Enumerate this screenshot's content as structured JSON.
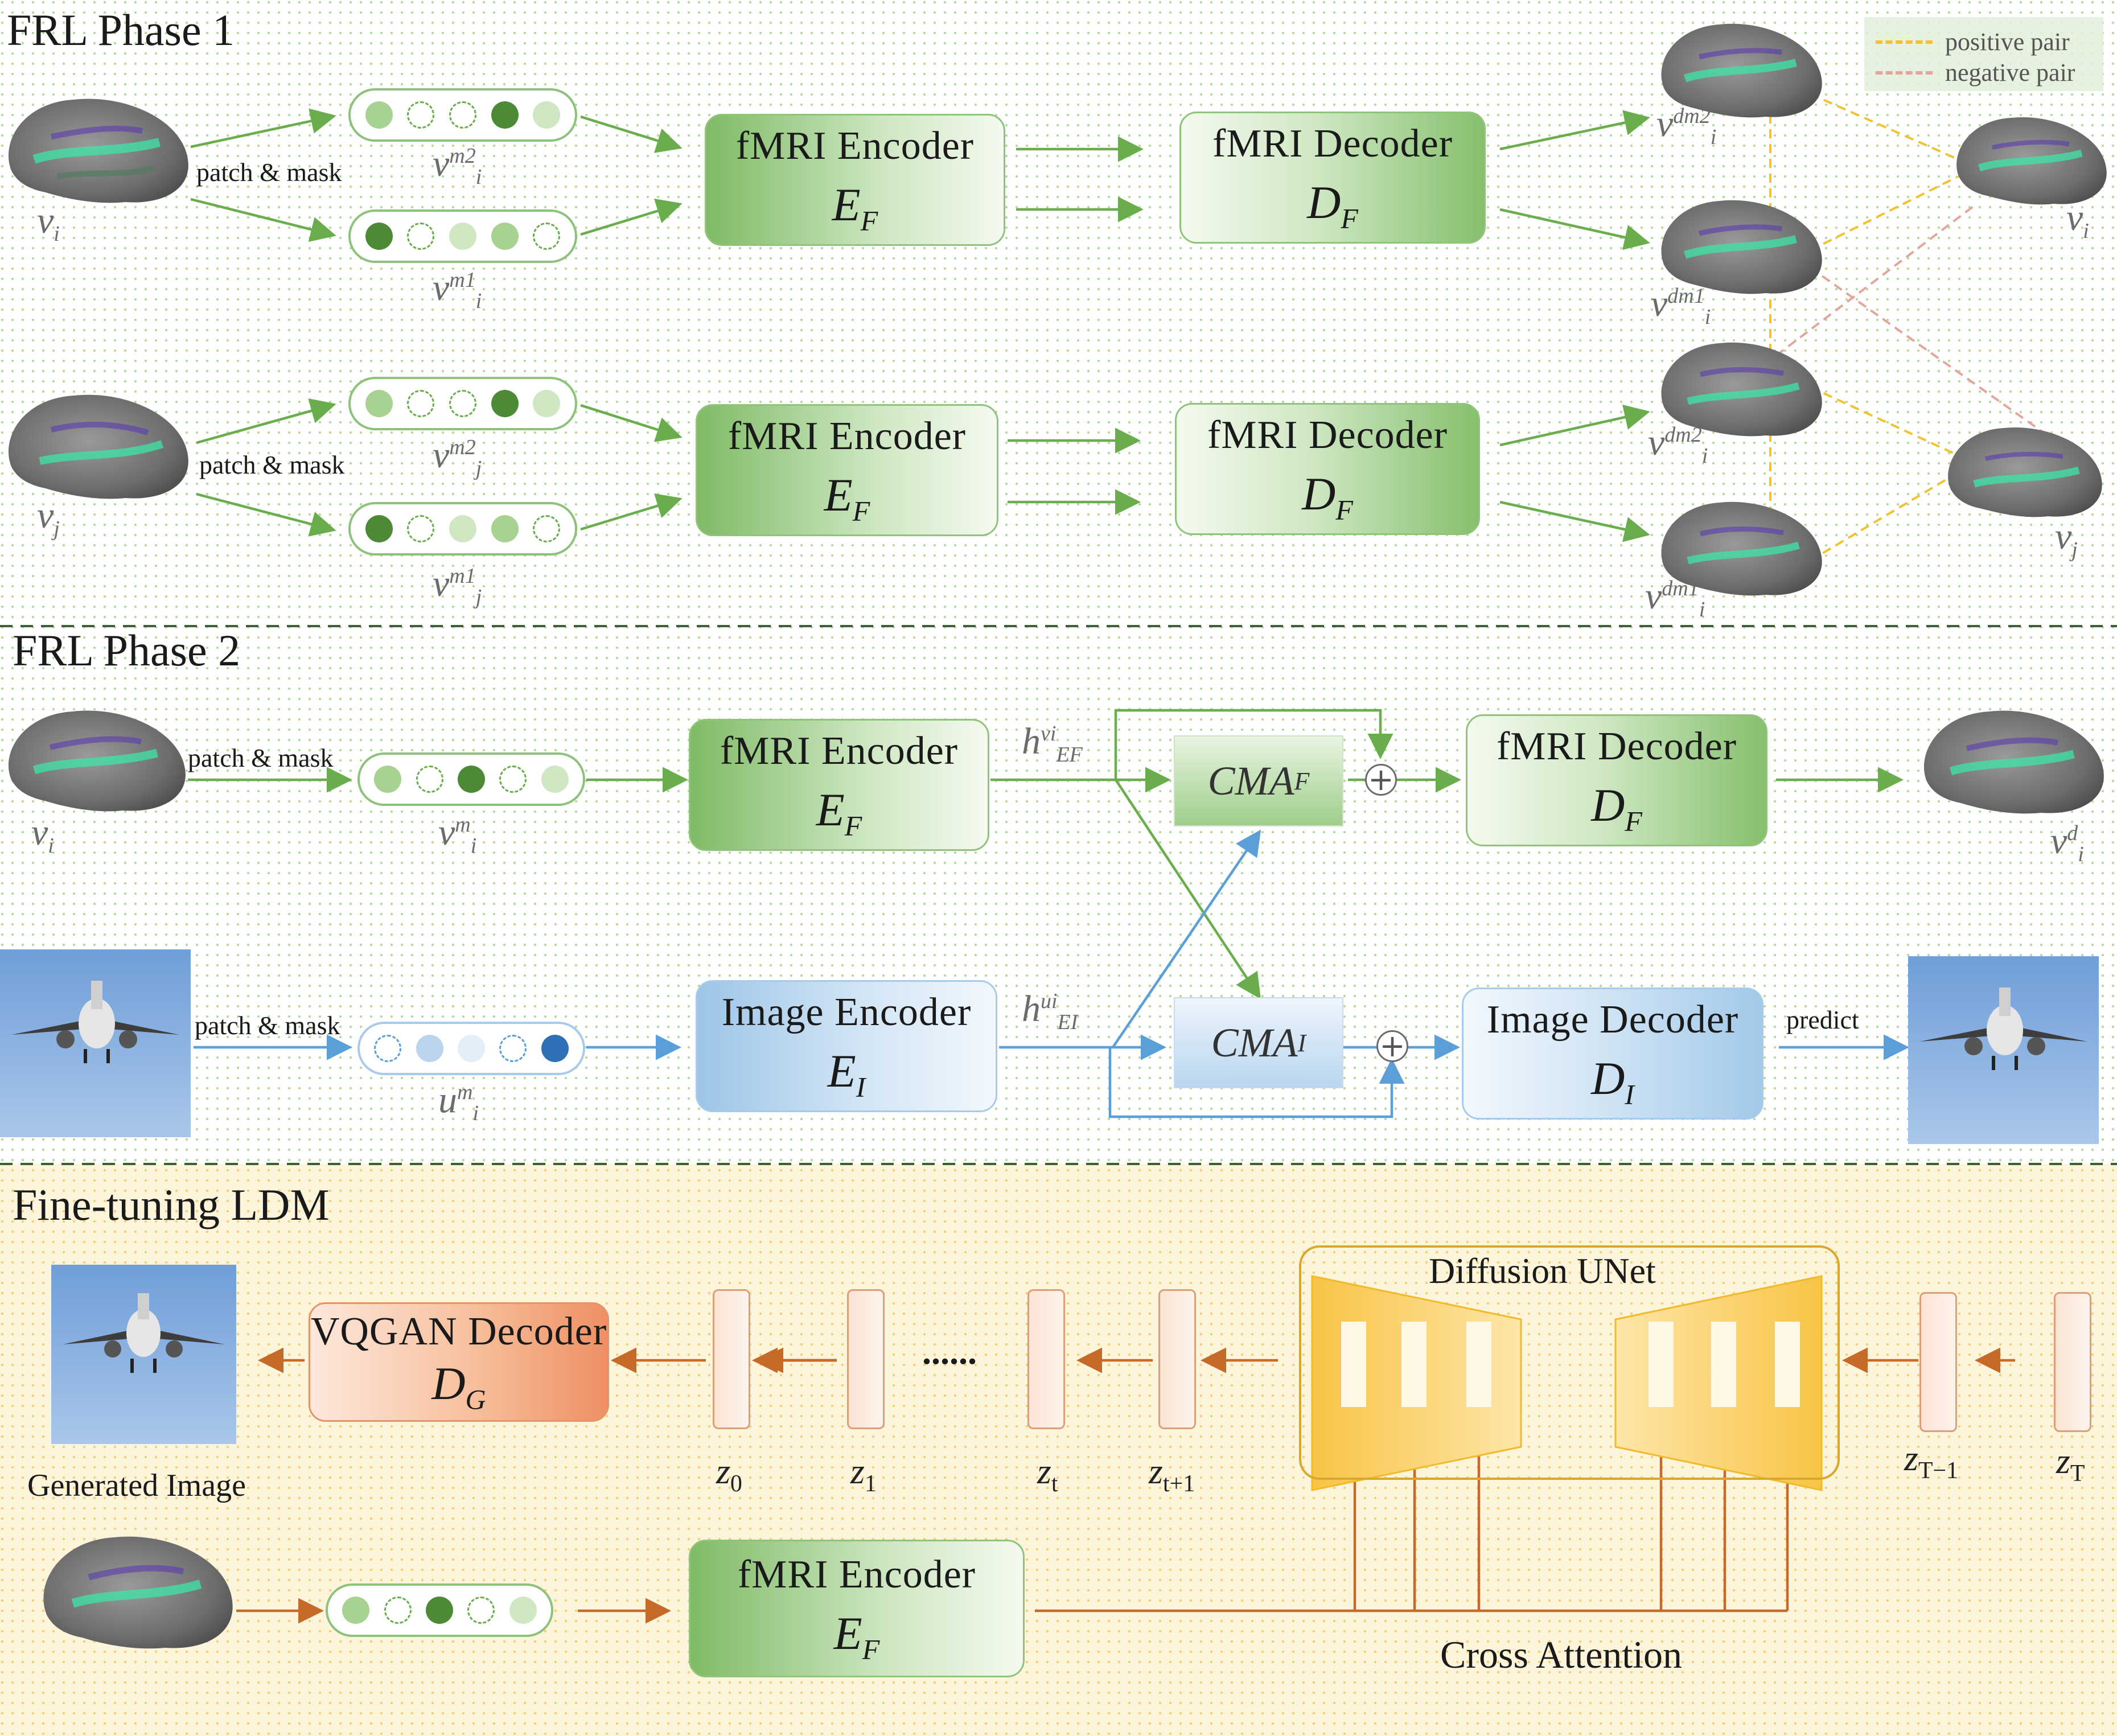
{
  "sections": {
    "phase1": "FRL Phase 1",
    "phase2": "FRL Phase 2",
    "ldm": "Fine-tuning LDM"
  },
  "legend": {
    "positive": "positive pair",
    "negative": "negative pair",
    "positive_color": "#f2c230",
    "negative_color": "#e2a79b"
  },
  "labels": {
    "patch_mask": "patch & mask",
    "predict": "predict",
    "generated_image": "Generated Image",
    "diffusion_unet": "Diffusion UNet",
    "cross_attention": "Cross Attention",
    "ellipsis": "......"
  },
  "blocks": {
    "fmri_encoder": "fMRI  Encoder",
    "fmri_decoder": "fMRI  Decoder",
    "image_encoder": "Image Encoder",
    "image_decoder": "Image  Decoder",
    "vqgan_decoder": "VQGAN  Decoder",
    "sym_EF": "E",
    "sym_DF": "D",
    "sym_EI": "E",
    "sym_DI": "D",
    "sym_DG": "D",
    "sub_F": "F",
    "sub_I": "I",
    "sub_G": "G",
    "cma": "CMA"
  },
  "variables": {
    "v": "v",
    "u": "u",
    "h": "h",
    "sub_i": "i",
    "sub_j": "j",
    "sup_m1": "m1",
    "sup_m2": "m2",
    "sup_m": "m",
    "sup_dm1": "dm1",
    "sup_dm2": "dm2",
    "sup_d": "d",
    "h_sup_vi": "vi",
    "h_sup_ui": "ui",
    "h_sub_EF": "EF",
    "h_sub_EI": "EI"
  },
  "latents": {
    "z": "z",
    "subs": [
      "0",
      "1",
      "t",
      "t+1",
      "T−1",
      "T"
    ]
  },
  "colors": {
    "green_arrow": "#6aad4d",
    "blue_arrow": "#5b9fd8",
    "orange_arrow": "#c66a2a",
    "dark_green": "#4d8a36",
    "mid_green": "#a7d291",
    "light_green": "#cfe7c3",
    "dark_blue": "#2e6fb5",
    "mid_blue": "#bad4ee",
    "light_blue": "#e4eef8",
    "unet_yellow": "#f7c542"
  },
  "icons": [
    "brain-scan-image",
    "airplane-photo"
  ]
}
